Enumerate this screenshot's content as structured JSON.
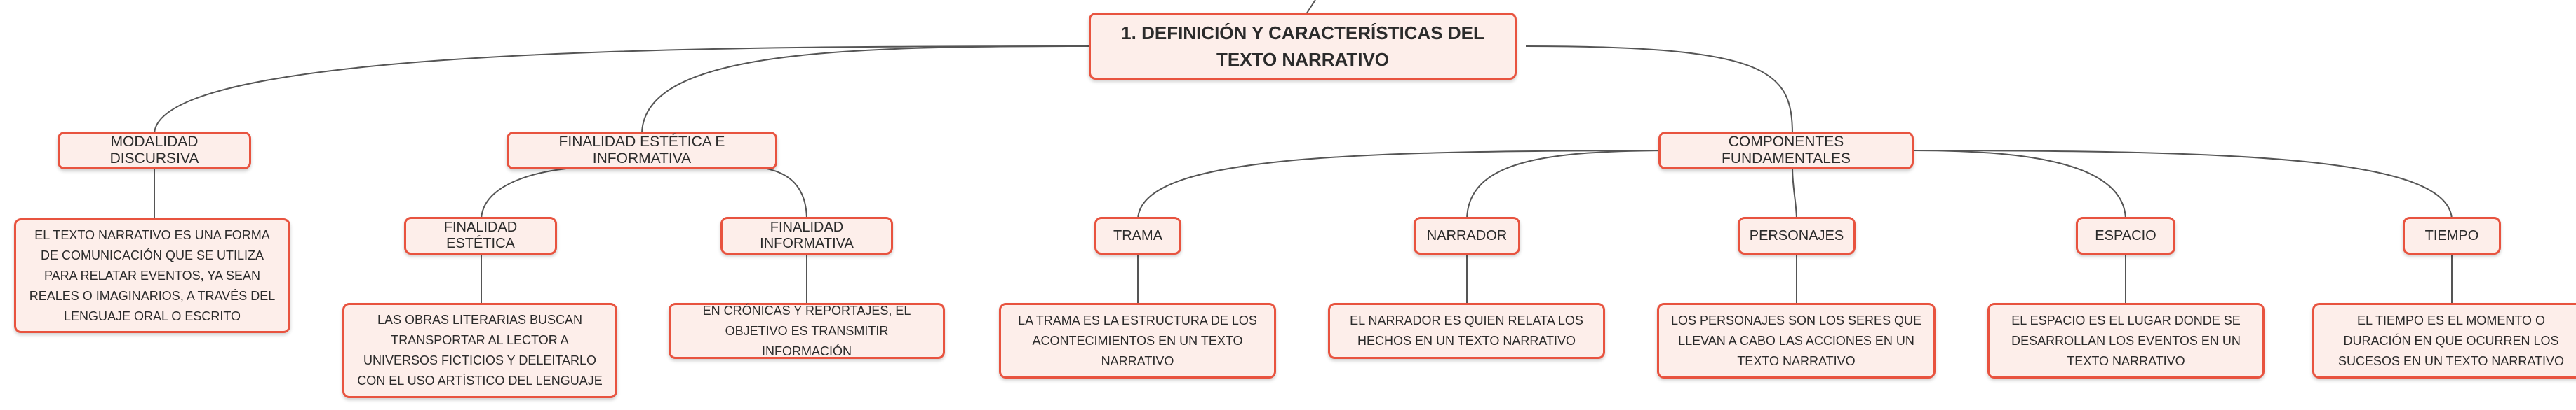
{
  "root": "1. DEFINICIÓN Y CARACTERÍSTICAS DEL TEXTO NARRATIVO",
  "branches": {
    "modalidad": {
      "label": "MODALIDAD DISCURSIVA",
      "detail": "EL TEXTO NARRATIVO ES UNA FORMA DE COMUNICACIÓN QUE SE UTILIZA PARA RELATAR EVENTOS, YA SEAN REALES O IMAGINARIOS, A TRAVÉS DEL LENGUAJE ORAL O ESCRITO"
    },
    "finalidad": {
      "label": "FINALIDAD ESTÉTICA E INFORMATIVA",
      "estetica": {
        "label": "FINALIDAD ESTÉTICA",
        "detail": "LAS OBRAS LITERARIAS BUSCAN TRANSPORTAR AL LECTOR A UNIVERSOS FICTICIOS Y DELEITARLO CON EL USO ARTÍSTICO DEL LENGUAJE"
      },
      "informativa": {
        "label": "FINALIDAD INFORMATIVA",
        "detail": "EN CRÓNICAS Y REPORTAJES, EL OBJETIVO ES TRANSMITIR INFORMACIÓN"
      }
    },
    "componentes": {
      "label": "COMPONENTES FUNDAMENTALES",
      "trama": {
        "label": "TRAMA",
        "detail": "LA TRAMA ES LA ESTRUCTURA DE LOS ACONTECIMIENTOS EN UN TEXTO NARRATIVO"
      },
      "narrador": {
        "label": "NARRADOR",
        "detail": "EL NARRADOR ES QUIEN RELATA LOS HECHOS EN UN TEXTO NARRATIVO"
      },
      "personajes": {
        "label": "PERSONAJES",
        "detail": "LOS PERSONAJES SON LOS SERES QUE LLEVAN A CABO LAS ACCIONES EN UN TEXTO NARRATIVO"
      },
      "espacio": {
        "label": "ESPACIO",
        "detail": "EL ESPACIO ES EL LUGAR DONDE SE DESARROLLAN LOS EVENTOS EN UN TEXTO NARRATIVO"
      },
      "tiempo": {
        "label": "TIEMPO",
        "detail": "EL TIEMPO ES EL MOMENTO O DURACIÓN EN QUE OCURREN LOS SUCESOS EN UN TEXTO NARRATIVO"
      }
    }
  },
  "colors": {
    "node_border": "#e8533f",
    "node_fill": "#fdeeea",
    "connector": "#555555"
  }
}
